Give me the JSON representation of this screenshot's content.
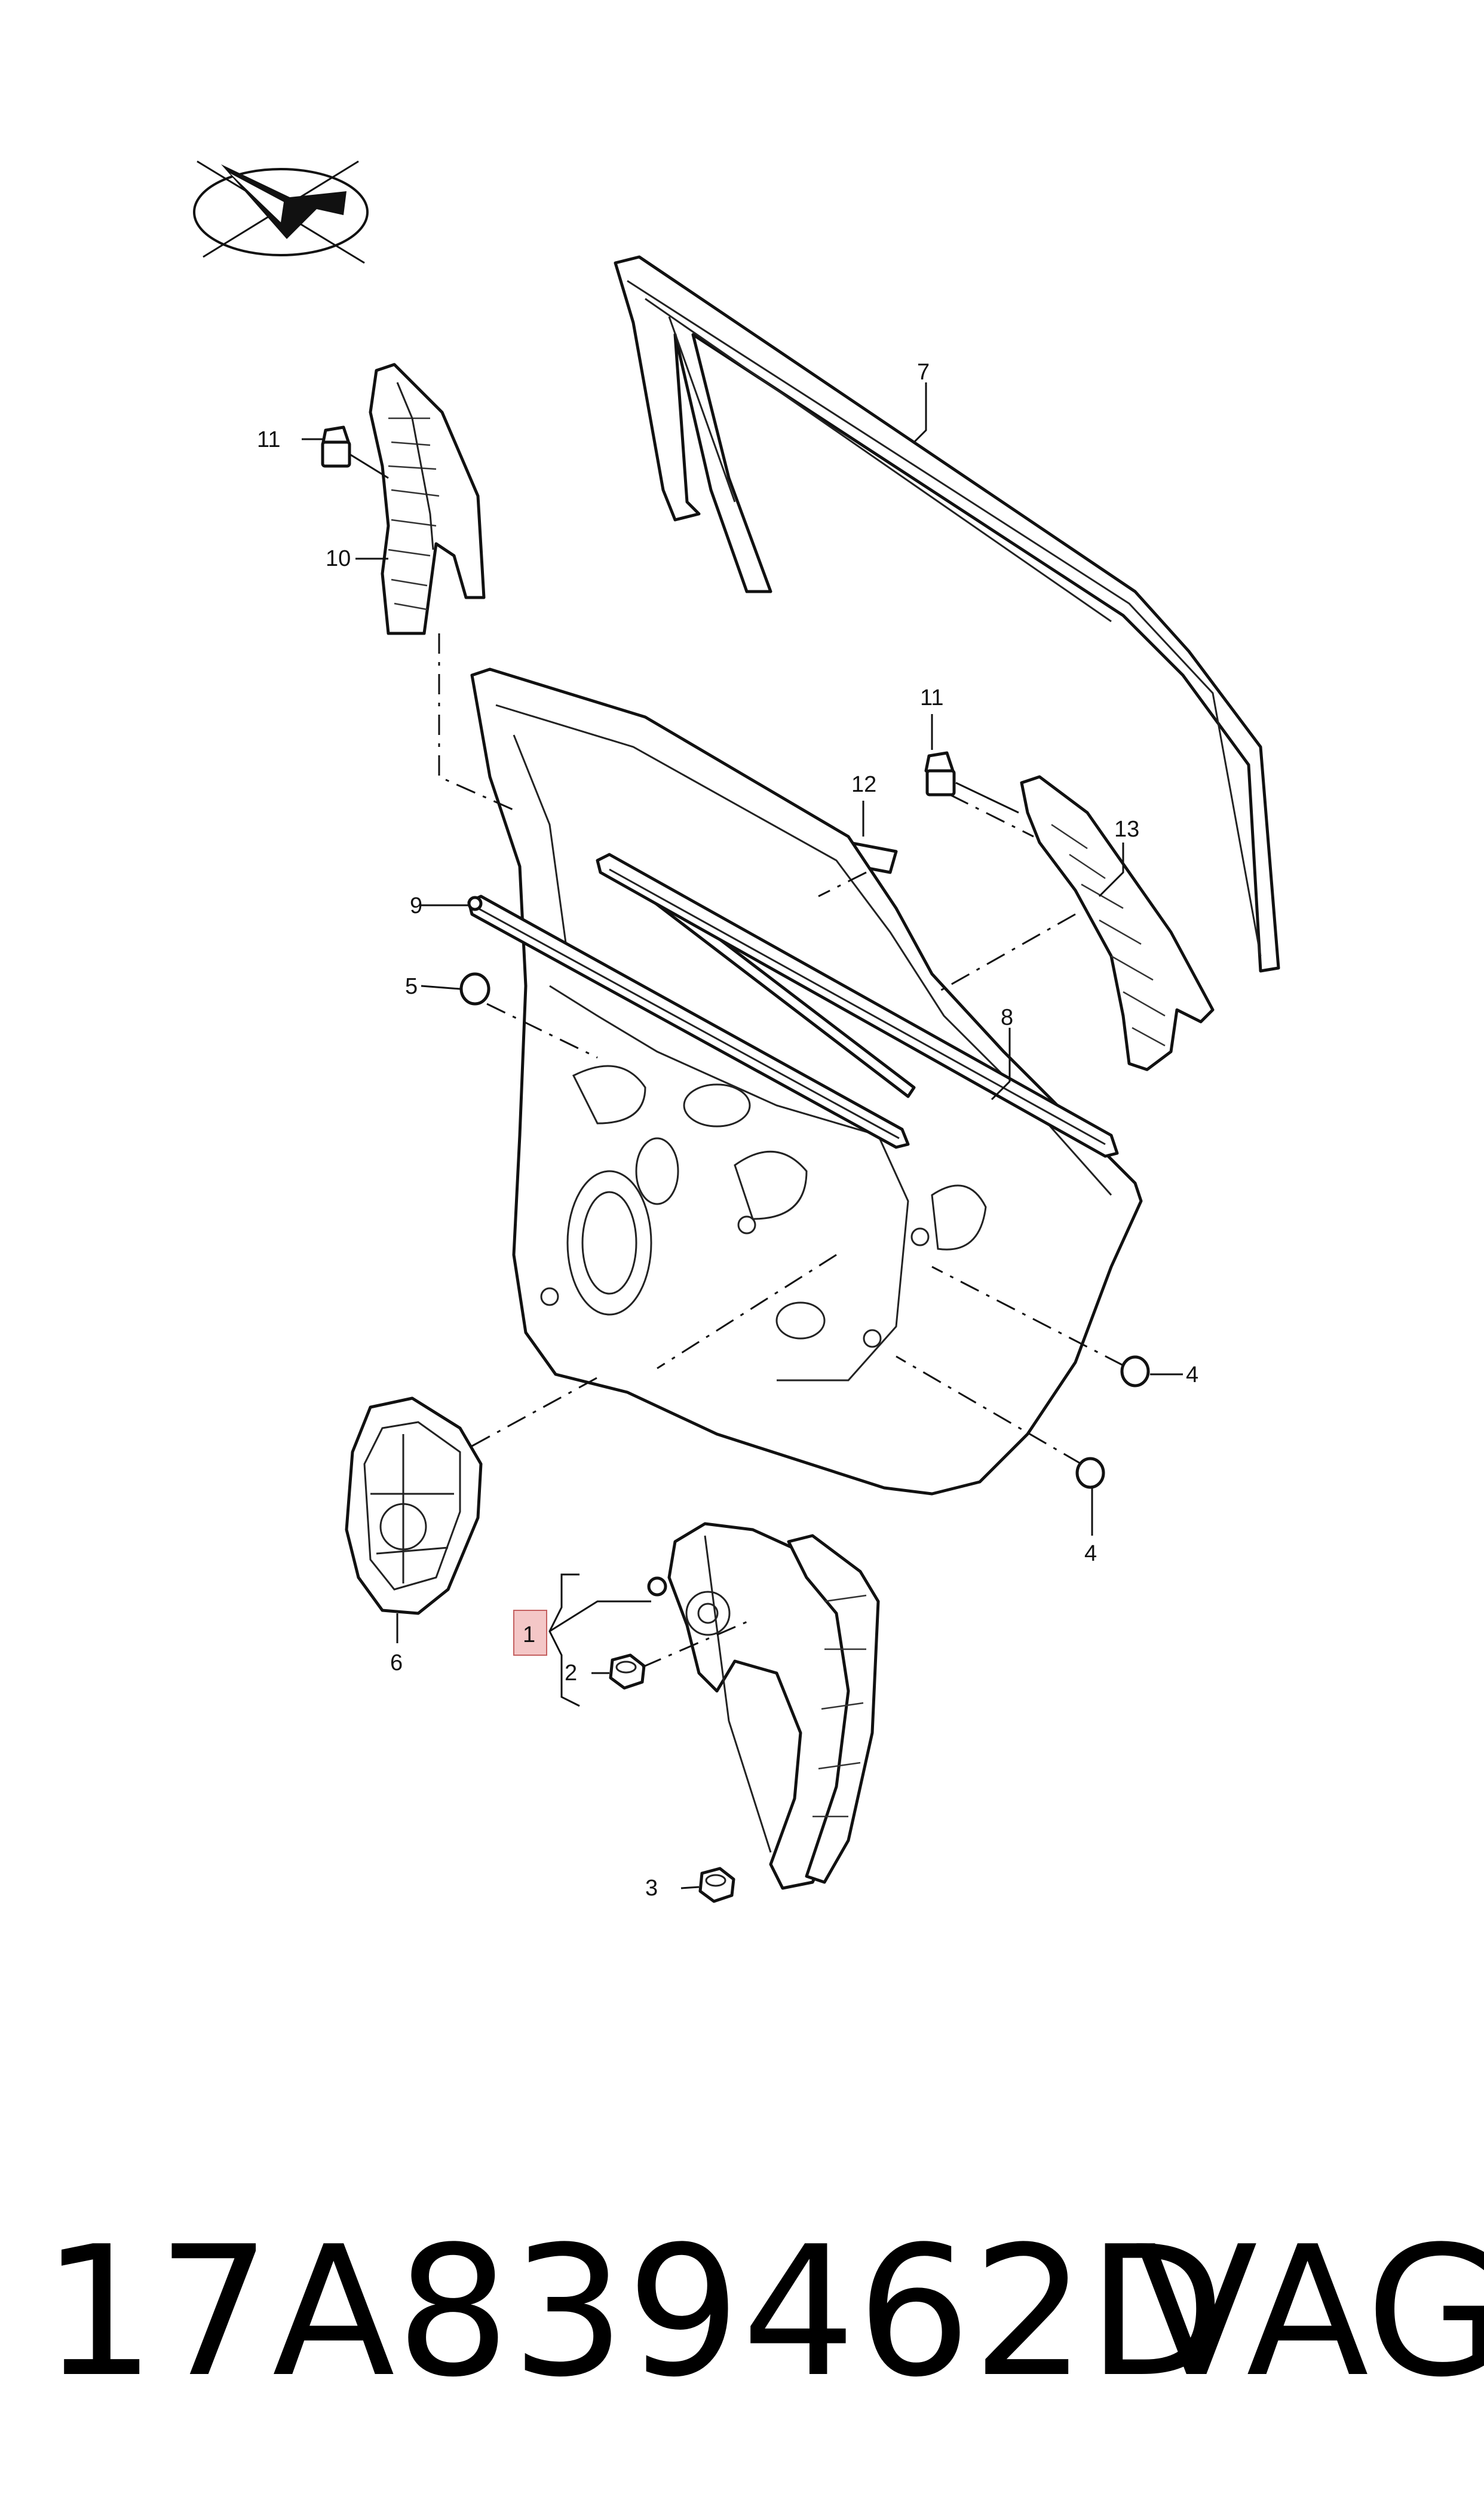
{
  "callouts": {
    "c1": "1",
    "c2": "2",
    "c3": "3",
    "c4a": "4",
    "c4b": "4",
    "c5": "5",
    "c6": "6",
    "c7": "7",
    "c8": "8",
    "c9": "9",
    "c10": "10",
    "c11a": "11",
    "c11b": "11",
    "c12": "12",
    "c13": "13"
  },
  "highlight_color": "#f4c7c7",
  "footer": {
    "part_number": "17A839462D",
    "brand": "VAG"
  }
}
